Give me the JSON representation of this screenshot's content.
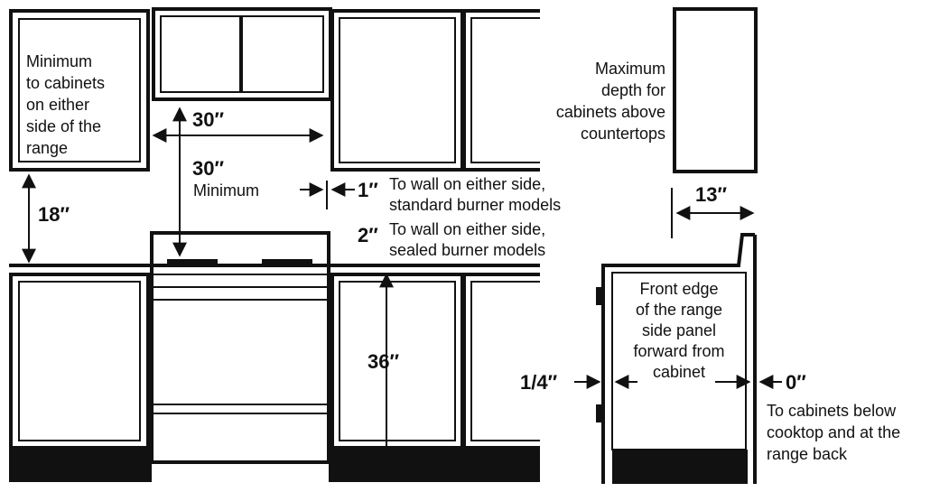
{
  "labels": {
    "min_cabinets_l1": "Minimum",
    "min_cabinets_l2": "to cabinets",
    "min_cabinets_l3": "on either",
    "min_cabinets_l4": "side of the",
    "min_cabinets_l5": "range",
    "dim_30_width": "30″",
    "dim_30_height": "30″",
    "minimum": "Minimum",
    "dim_18": "18″",
    "dim_1": "1″",
    "wall_standard_l1": "To wall on either side,",
    "wall_standard_l2": "standard burner models",
    "dim_2": "2″",
    "wall_sealed_l1": "To wall on either side,",
    "wall_sealed_l2": "sealed burner models",
    "dim_36": "36″",
    "max_depth_l1": "Maximum",
    "max_depth_l2": "depth for",
    "max_depth_l3": "cabinets above",
    "max_depth_l4": "countertops",
    "dim_13": "13″",
    "front_edge_l1": "Front edge",
    "front_edge_l2": "of the range",
    "front_edge_l3": "side panel",
    "front_edge_l4": "forward from",
    "front_edge_l5": "cabinet",
    "dim_quarter": "1/4″",
    "dim_0": "0″",
    "below_l1": "To cabinets below",
    "below_l2": "cooktop and at the",
    "below_l3": "range back"
  },
  "colors": {
    "ink": "#111111",
    "paper": "#ffffff"
  }
}
